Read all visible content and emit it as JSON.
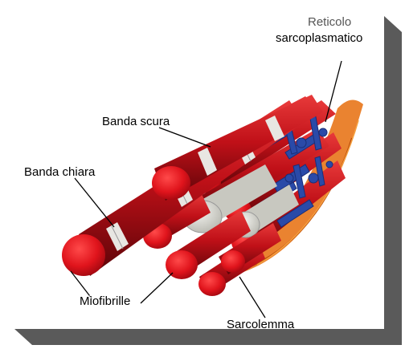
{
  "labels": {
    "reticolo_line1": "Reticolo",
    "reticolo_line2": "sarcoplasmatico",
    "banda_scura": "Banda scura",
    "banda_chiara": "Banda chiara",
    "miofibrille": "Miofibrille",
    "sarcolemma": "Sarcolemma"
  },
  "colors": {
    "myofibril": "#c8121a",
    "myofibril_end": "#e8141c",
    "light_band": "#e8e6e2",
    "reticulum": "#2a4aa8",
    "sarcolemma": "#e06a10",
    "frame_shadow": "#5a5a5a"
  }
}
